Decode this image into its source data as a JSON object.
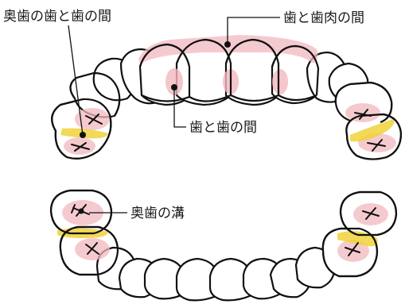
{
  "labels": {
    "top_left": "奥歯の歯と歯の間",
    "top_right": "歯と歯肉の間",
    "middle": "歯と歯の間",
    "groove": "奥歯の溝"
  },
  "colors": {
    "gum_highlight": "#f2b8bf",
    "contact_highlight": "#f0d23a",
    "outline": "#111111"
  }
}
